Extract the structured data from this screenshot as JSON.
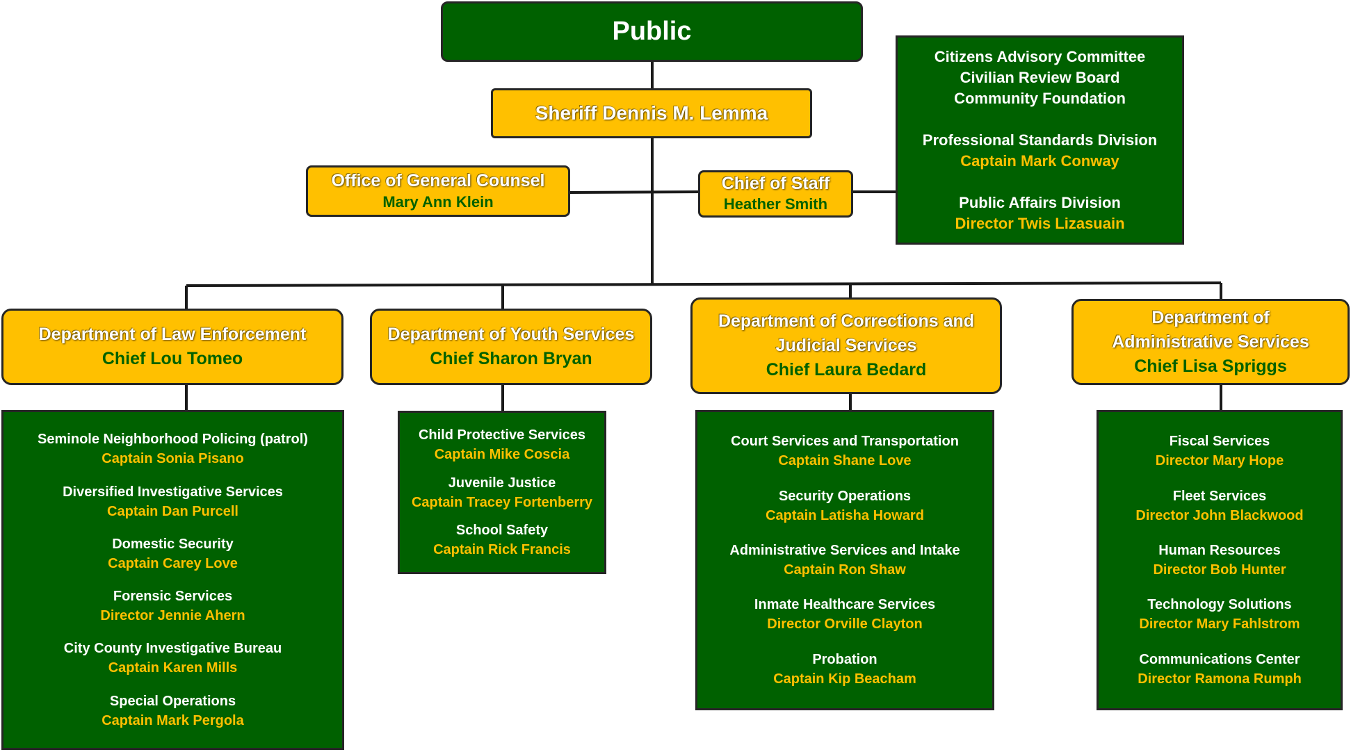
{
  "top": {
    "label": "Public"
  },
  "sheriff": {
    "label": "Sheriff Dennis M. Lemma"
  },
  "general_counsel": {
    "title": "Office of General Counsel",
    "name": "Mary Ann Klein"
  },
  "chief_of_staff": {
    "title": "Chief of Staff",
    "name": "Heather Smith"
  },
  "staff_units": {
    "committees": [
      "Citizens Advisory Committee",
      "Civilian Review Board",
      "Community Foundation"
    ],
    "units": [
      {
        "name": "Professional Standards Division",
        "head": "Captain Mark Conway"
      },
      {
        "name": "Public Affairs Division",
        "head": "Director Twis Lizasuain"
      }
    ]
  },
  "departments": [
    {
      "title": "Department of Law Enforcement",
      "chief": "Chief Lou Tomeo",
      "units": [
        {
          "name": "Seminole Neighborhood Policing (patrol)",
          "head": "Captain Sonia Pisano"
        },
        {
          "name": "Diversified Investigative Services",
          "head": "Captain Dan Purcell"
        },
        {
          "name": "Domestic Security",
          "head": "Captain Carey Love"
        },
        {
          "name": "Forensic Services",
          "head": "Director Jennie Ahern"
        },
        {
          "name": "City County Investigative Bureau",
          "head": "Captain Karen Mills"
        },
        {
          "name": "Special Operations",
          "head": "Captain Mark Pergola"
        }
      ]
    },
    {
      "title": "Department of Youth Services",
      "chief": "Chief Sharon Bryan",
      "units": [
        {
          "name": "Child Protective Services",
          "head": "Captain Mike Coscia"
        },
        {
          "name": "Juvenile Justice",
          "head": "Captain Tracey Fortenberry"
        },
        {
          "name": "School Safety",
          "head": "Captain Rick Francis"
        }
      ]
    },
    {
      "title_lines": [
        "Department of Corrections and",
        "Judicial Services"
      ],
      "chief": "Chief Laura Bedard",
      "units": [
        {
          "name": "Court Services and Transportation",
          "head": "Captain Shane Love"
        },
        {
          "name": "Security Operations",
          "head": "Captain Latisha Howard"
        },
        {
          "name": "Administrative Services and Intake",
          "head": "Captain Ron Shaw"
        },
        {
          "name": "Inmate Healthcare Services",
          "head": "Director Orville Clayton"
        },
        {
          "name": "Probation",
          "head": "Captain Kip Beacham"
        }
      ]
    },
    {
      "title_lines": [
        "Department of",
        "Administrative Services"
      ],
      "chief": "Chief Lisa Spriggs",
      "units": [
        {
          "name": "Fiscal Services",
          "head": "Director Mary Hope"
        },
        {
          "name": "Fleet Services",
          "head": "Director John Blackwood"
        },
        {
          "name": "Human Resources",
          "head": "Director Bob Hunter"
        },
        {
          "name": "Technology Solutions",
          "head": "Director Mary Fahlstrom"
        },
        {
          "name": "Communications Center",
          "head": "Director Ramona Rumph"
        }
      ]
    }
  ],
  "colors": {
    "green": "#006100",
    "gold": "#FFC000",
    "outline": "#262626"
  }
}
